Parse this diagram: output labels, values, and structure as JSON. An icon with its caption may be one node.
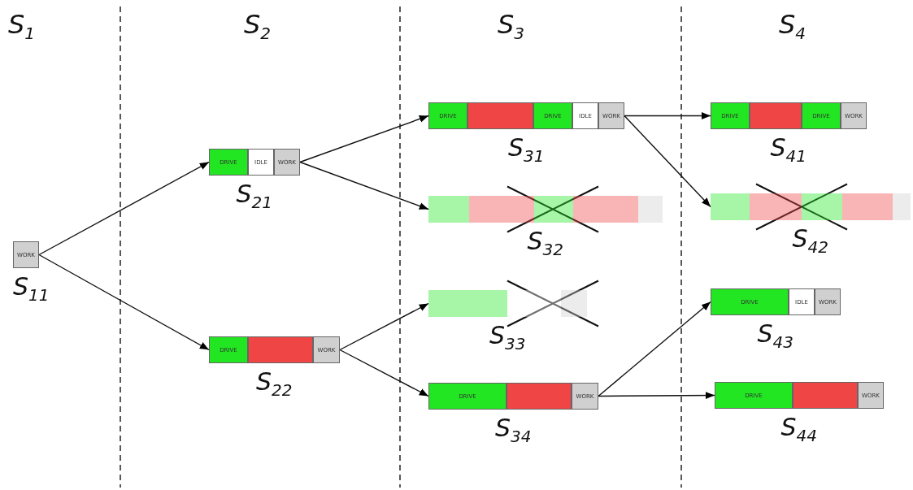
{
  "diagram": {
    "nodes": [
      {
        "text": [
          "S$_{11}$"
        ]
      },
      {
        "text": [
          "WORK"
        ],
        "in": 0
      },
      {
        "text": [
          "S$_{21}$"
        ]
      },
      {
        "text": [
          "DRIVE"
        ],
        "in": 2
      },
      {
        "text": [
          "IDLE"
        ],
        "in": 2
      },
      {
        "text": [
          "WORK"
        ],
        "in": 2
      },
      {
        "text": [
          "S$_{22}$"
        ]
      },
      {
        "text": [
          "DRIVE"
        ],
        "in": 6
      },
      {
        "text": [],
        "shape": "box",
        "in": 6
      },
      {
        "text": [
          "WORK"
        ],
        "in": 6
      },
      {
        "text": [
          "S$_{31}$"
        ]
      },
      {
        "text": [
          "DRIVE"
        ],
        "in": 10
      },
      {
        "text": [],
        "shape": "box",
        "in": 10
      },
      {
        "text": [
          "DRIVE"
        ],
        "in": 10
      },
      {
        "text": [
          "IDLE"
        ],
        "in": 10
      },
      {
        "text": [
          "WORK"
        ],
        "in": 10
      },
      {
        "text": [
          "S$_{32}$"
        ]
      },
      {
        "text": [],
        "shape": "box",
        "in": 16
      },
      {
        "text": [],
        "shape": "box",
        "in": 16
      },
      {
        "text": [],
        "shape": "box",
        "in": 16
      },
      {
        "text": [],
        "shape": "box",
        "in": 16
      },
      {
        "text": [],
        "shape": "box",
        "in": 16
      },
      {
        "text": [
          "S$_{33}$"
        ]
      },
      {
        "text": [],
        "shape": "box",
        "in": 22
      },
      {
        "text": [],
        "shape": "box",
        "in": 22
      },
      {
        "text": [],
        "shape": "box",
        "in": 22
      },
      {
        "text": [
          "S$_{34}$"
        ]
      },
      {
        "text": [
          "DRIVE"
        ],
        "in": 26
      },
      {
        "text": [],
        "shape": "box",
        "in": 26
      },
      {
        "text": [
          "WORK"
        ],
        "in": 26
      },
      {
        "text": [
          "S$_{41}$"
        ]
      },
      {
        "text": [
          "DRIVE"
        ],
        "in": 30
      },
      {
        "text": [],
        "shape": "box",
        "in": 30
      },
      {
        "text": [
          "DRIVE"
        ],
        "in": 30
      },
      {
        "text": [
          "WORK"
        ],
        "in": 30
      },
      {
        "text": [
          "S$_{42}$"
        ]
      },
      {
        "text": [],
        "shape": "box",
        "in": 35
      },
      {
        "text": [],
        "shape": "box",
        "in": 35
      },
      {
        "text": [],
        "shape": "box",
        "in": 35
      },
      {
        "text": [],
        "shape": "box",
        "in": 35
      },
      {
        "text": [],
        "shape": "box",
        "in": 35
      },
      {
        "text": [
          "S$_{43}$"
        ]
      },
      {
        "text": [
          "DRIVE"
        ],
        "in": 41
      },
      {
        "text": [
          "IDLE"
        ],
        "in": 41
      },
      {
        "text": [
          "WORK"
        ],
        "in": 41
      },
      {
        "text": [
          "S$_{44}$"
        ]
      },
      {
        "text": [
          "DRIVE"
        ],
        "in": 45
      },
      {
        "text": [],
        "shape": "box",
        "in": 45
      },
      {
        "text": [
          "WORK"
        ],
        "in": 45
      }
    ],
    "edges": [
      {
        "from": 0,
        "to": 2,
        "arrow": "to"
      },
      {
        "from": 0,
        "to": 6,
        "arrow": "to"
      },
      {
        "from": 2,
        "to": 10,
        "arrow": "to"
      },
      {
        "from": 2,
        "to": 16,
        "arrow": "to"
      },
      {
        "from": 6,
        "to": 22,
        "arrow": "to"
      },
      {
        "from": 6,
        "to": 26,
        "arrow": "to"
      },
      {
        "from": 10,
        "to": 30,
        "arrow": "to"
      },
      {
        "from": 10,
        "to": 35,
        "arrow": "to"
      },
      {
        "from": 26,
        "to": 41,
        "arrow": "to"
      },
      {
        "from": 26,
        "to": 45,
        "arrow": "to"
      }
    ],
    "labels": [
      "S$_{1}$",
      "S$_{2}$",
      "S$_{3}$",
      "S$_{4}$"
    ]
  }
}
